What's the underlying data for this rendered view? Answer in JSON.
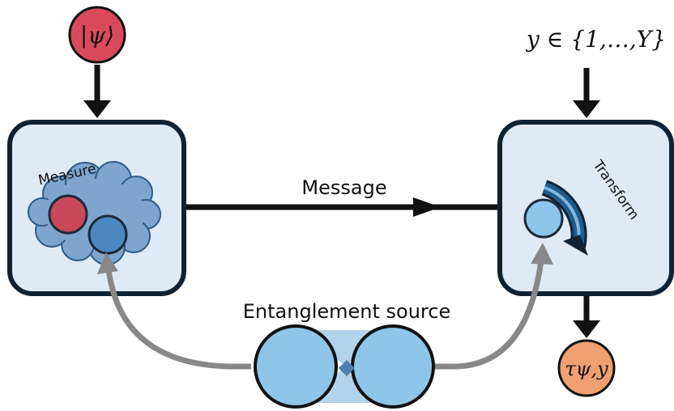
{
  "input_state": "|ψ⟩",
  "input_y": "y ∈ {1,…,Y}",
  "measure_label": "Measure",
  "message_label": "Message",
  "transform_label": "Transform",
  "entanglement_label": "Entanglement source",
  "output_state": "τψ,y",
  "colors": {
    "red": "#d84a5b",
    "orange": "#f0a070",
    "box_fill": "#deebf7",
    "box_stroke": "#0f2233",
    "cloud": "#7ea5cd",
    "light_blue": "#8ec5e8",
    "mid_blue": "#4f8ec4",
    "dark_blue": "#1a5a8a",
    "gray_arrow": "#888888"
  }
}
